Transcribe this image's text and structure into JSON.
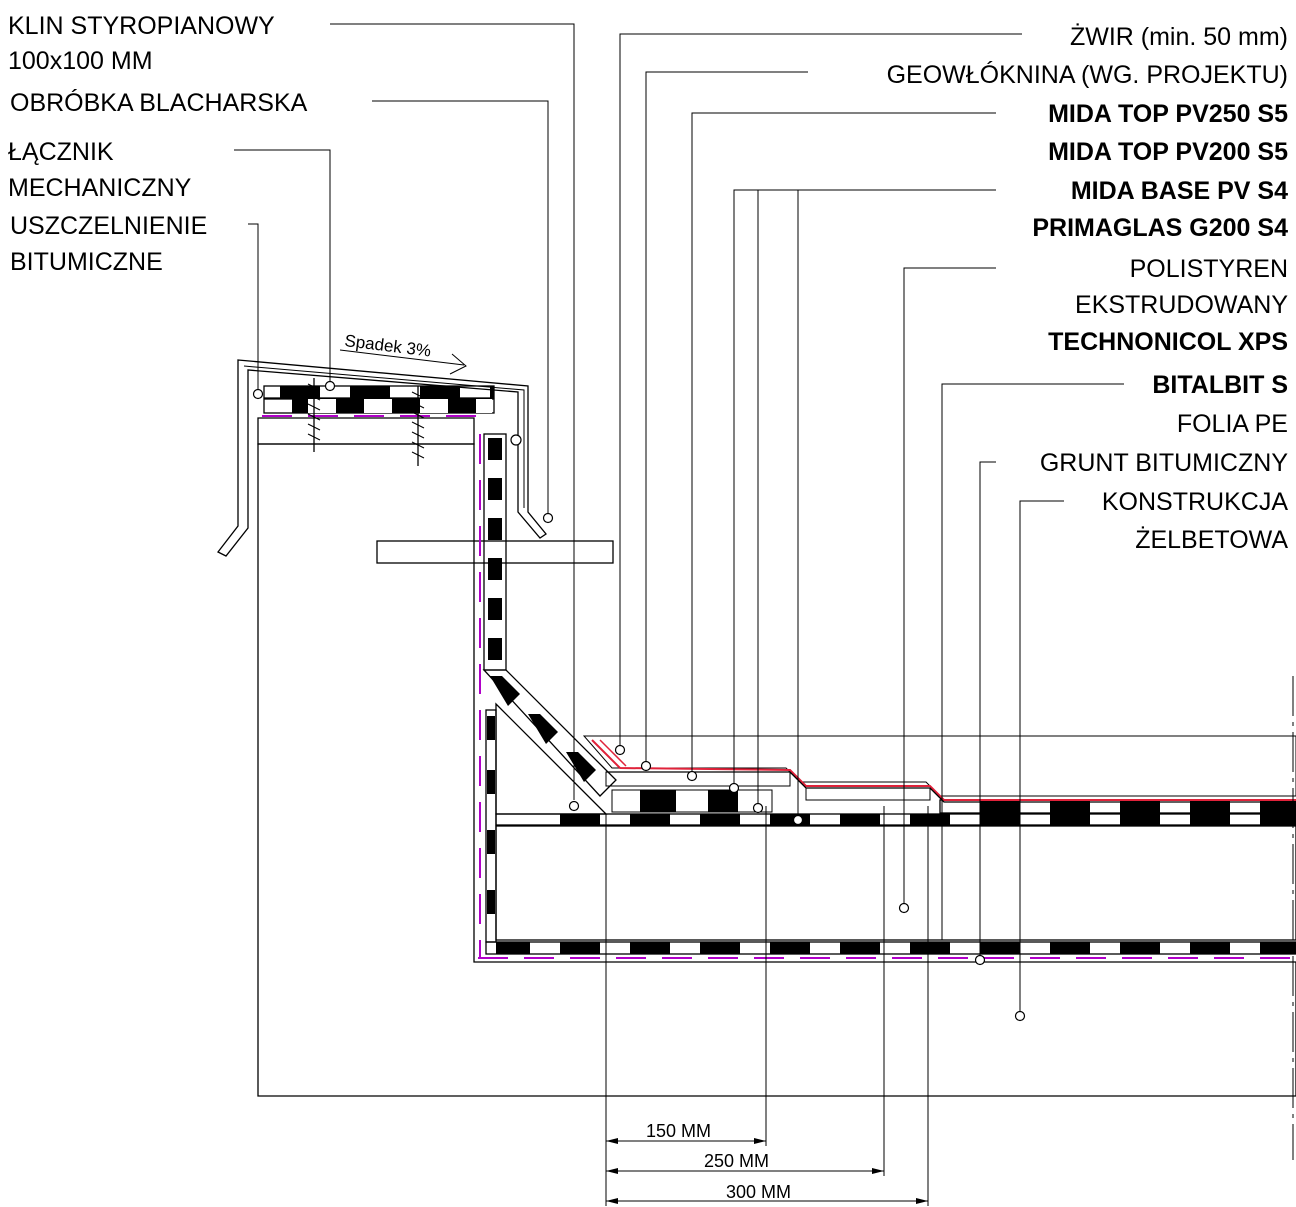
{
  "labels_left": {
    "klin_line1": "KLIN STYROPIANOWY",
    "klin_line2": "100x100 MM",
    "obrobka": "OBRÓBKA BLACHARSKA",
    "lacznik_line1": "ŁĄCZNIK",
    "lacznik_line2": "MECHANICZNY",
    "uszczelnienie_line1": "USZCZELNIENIE",
    "uszczelnienie_line2": "BITUMICZNE"
  },
  "labels_right": {
    "zwir": "ŻWIR (min. 50 mm)",
    "geowloknina": "GEOWŁÓKNINA (WG. PROJEKTU)",
    "mida_top_250": "MIDA TOP PV250 S5",
    "mida_top_200": "MIDA TOP PV200 S5",
    "mida_base": "MIDA BASE PV S4",
    "primaglas": "PRIMAGLAS G200 S4",
    "polistyren_line1": "POLISTYREN",
    "polistyren_line2": "EKSTRUDOWANY",
    "technonicol": "TECHNONICOL XPS",
    "bitalbit": "BITALBIT S",
    "folia": "FOLIA PE",
    "grunt": "GRUNT BITUMICZNY",
    "konstrukcja_line1": "KONSTRUKCJA",
    "konstrukcja_line2": "ŻELBETOWA"
  },
  "slope_label": "Spadek 3%",
  "dimensions": {
    "d150": "150 MM",
    "d250": "250 MM",
    "d300": "300 MM"
  },
  "colors": {
    "membrane_accent": "#b000c8",
    "gravel": "#9b3b3b",
    "geotextile": "#e0223a"
  }
}
